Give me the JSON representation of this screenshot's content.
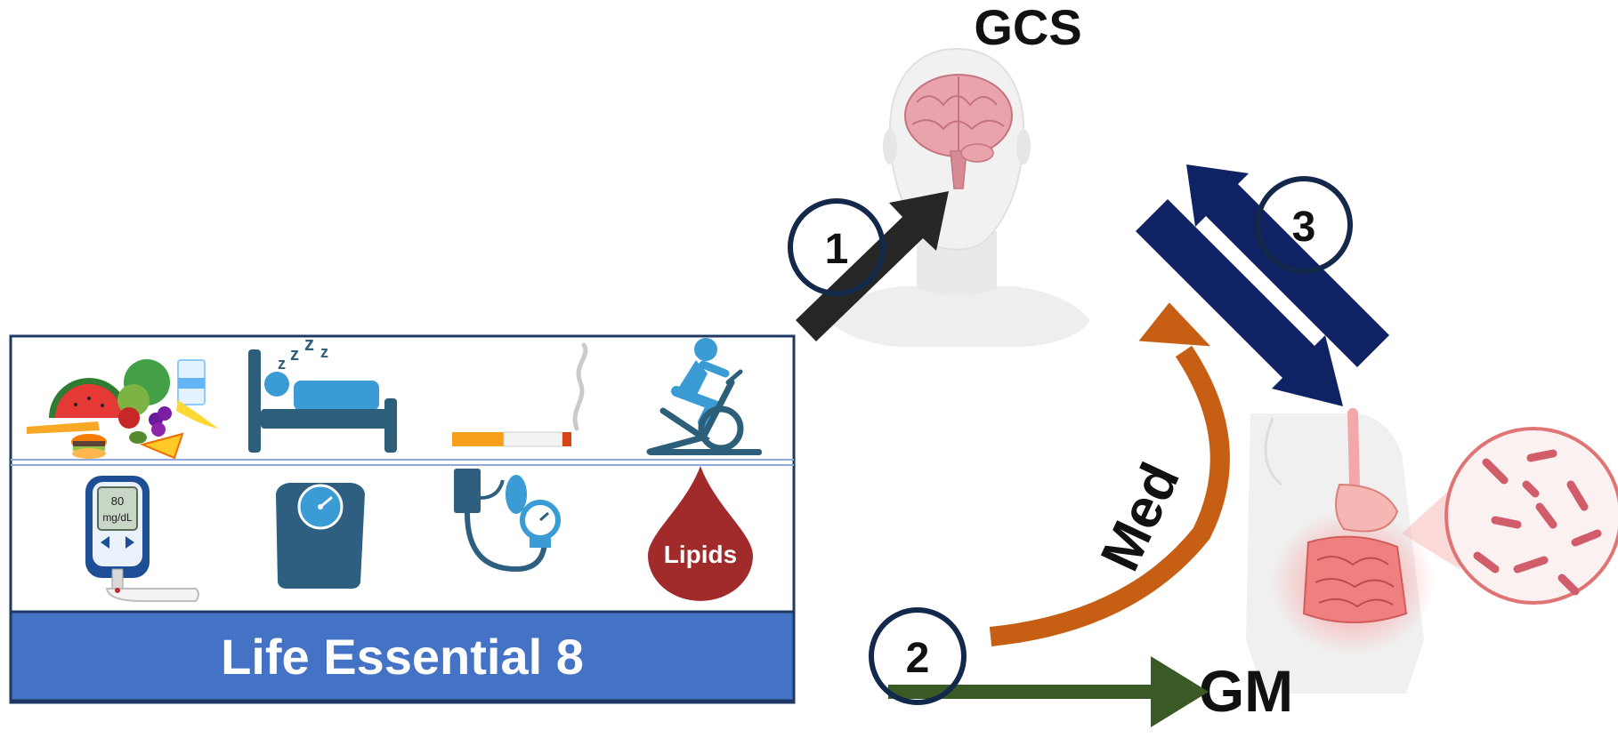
{
  "title": "GCS",
  "nodes": {
    "brain": {
      "label": "GCS"
    },
    "gut": {
      "label": "GM"
    }
  },
  "panel": {
    "footer_label": "Life Essential 8",
    "glucometer_reading": "80",
    "glucometer_unit": "mg/dL",
    "lipids_label": "Lipids",
    "icons": [
      "diet-icon",
      "sleep-icon",
      "cigarette-icon",
      "exercise-bike-icon",
      "glucometer-icon",
      "weight-scale-icon",
      "blood-pressure-icon",
      "lipids-drop-icon"
    ]
  },
  "arrows": {
    "pathway_1": {
      "number": "1"
    },
    "pathway_2": {
      "number": "2"
    },
    "pathway_3": {
      "number": "3"
    },
    "mediation": {
      "label": "Med"
    }
  },
  "colors": {
    "panel_border": "#1f3864",
    "footer_fill": "#4472c4",
    "arrow_1": "#262626",
    "arrow_2": "#3a5a25",
    "arrow_3": "#0f2263",
    "mediation_arc": "#c65f14",
    "circle_stroke": "#13294b"
  }
}
